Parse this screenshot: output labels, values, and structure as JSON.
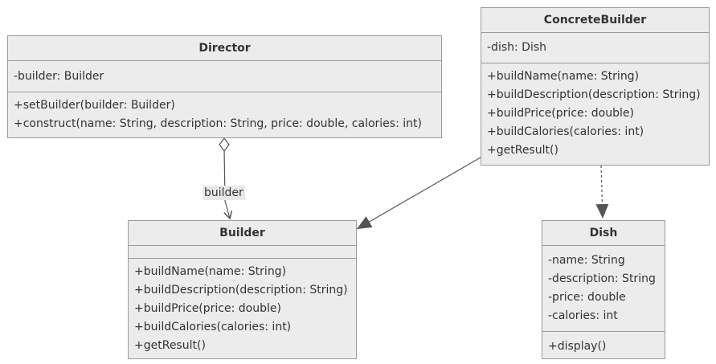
{
  "classes": {
    "director": {
      "name": "Director",
      "attributes": [
        "-builder: Builder"
      ],
      "methods": [
        "+setBuilder(builder: Builder)",
        "+construct(name: String, description: String, price: double, calories: int)"
      ]
    },
    "concrete_builder": {
      "name": "ConcreteBuilder",
      "attributes": [
        "-dish: Dish"
      ],
      "methods": [
        "+buildName(name: String)",
        "+buildDescription(description: String)",
        "+buildPrice(price: double)",
        "+buildCalories(calories: int)",
        "+getResult()"
      ]
    },
    "builder": {
      "name": "Builder",
      "attributes": [],
      "methods": [
        "+buildName(name: String)",
        "+buildDescription(description: String)",
        "+buildPrice(price: double)",
        "+buildCalories(calories: int)",
        "+getResult()"
      ]
    },
    "dish": {
      "name": "Dish",
      "attributes": [
        "-name: String",
        "-description: String",
        "-price: double",
        "-calories: int"
      ],
      "methods": [
        "+display()"
      ]
    }
  },
  "relations": {
    "director_builder_label": "builder"
  },
  "colors": {
    "box_fill": "#ececec",
    "box_border": "#9b9b9b",
    "edge": "#555555"
  }
}
